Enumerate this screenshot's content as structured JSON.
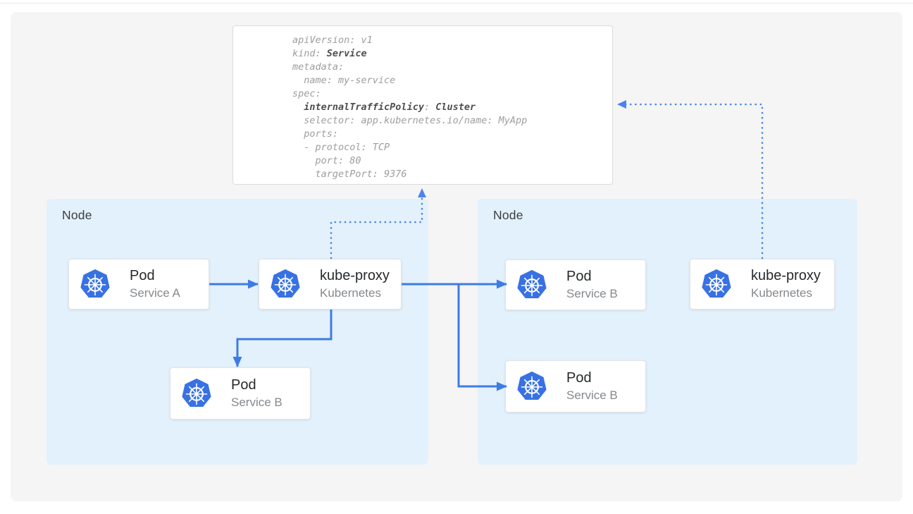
{
  "yaml_card": {
    "lines": [
      [
        {
          "text": "apiVersion: v1",
          "bold": false
        }
      ],
      [
        {
          "text": "kind",
          "bold": false
        },
        {
          "text": ": ",
          "bold": false
        },
        {
          "text": "Service",
          "bold": true
        }
      ],
      [
        {
          "text": "metadata:",
          "bold": false
        }
      ],
      [
        {
          "text": "  name: my-service",
          "bold": false
        }
      ],
      [
        {
          "text": "spec:",
          "bold": false
        }
      ],
      [
        {
          "text": "  ",
          "bold": false
        },
        {
          "text": "internalTrafficPolicy",
          "bold": true
        },
        {
          "text": ": ",
          "bold": false
        },
        {
          "text": "Cluster",
          "bold": true
        }
      ],
      [
        {
          "text": "  selector: app.kubernetes.io/name: MyApp",
          "bold": false
        }
      ],
      [
        {
          "text": "  ports:",
          "bold": false
        }
      ],
      [
        {
          "text": "  - protocol: TCP",
          "bold": false
        }
      ],
      [
        {
          "text": "    port: 80",
          "bold": false
        }
      ],
      [
        {
          "text": "    targetPort: 9376",
          "bold": false
        }
      ]
    ]
  },
  "nodes": {
    "left": {
      "label": "Node",
      "cards": {
        "pod_a": {
          "title": "Pod",
          "subtitle": "Service A",
          "icon": "kubernetes-icon"
        },
        "kube_proxy": {
          "title": "kube-proxy",
          "subtitle": "Kubernetes",
          "icon": "kubernetes-icon"
        },
        "pod_b": {
          "title": "Pod",
          "subtitle": "Service B",
          "icon": "kubernetes-icon"
        }
      }
    },
    "right": {
      "label": "Node",
      "cards": {
        "pod_b_top": {
          "title": "Pod",
          "subtitle": "Service B",
          "icon": "kubernetes-icon"
        },
        "pod_b_bottom": {
          "title": "Pod",
          "subtitle": "Service B",
          "icon": "kubernetes-icon"
        },
        "kube_proxy": {
          "title": "kube-proxy",
          "subtitle": "Kubernetes",
          "icon": "kubernetes-icon"
        }
      }
    }
  },
  "colors": {
    "node_fill": "#e3f1fc",
    "solid_arrow": "#3d7ce4",
    "dotted_arrow": "#4b84ec",
    "kubernetes_blue": "#3871e3",
    "yaml_text": "#9d9d9d",
    "yaml_bold_text": "#4f4f4f",
    "card_background": "#ffffff",
    "stage_background": "#f5f5f6"
  }
}
